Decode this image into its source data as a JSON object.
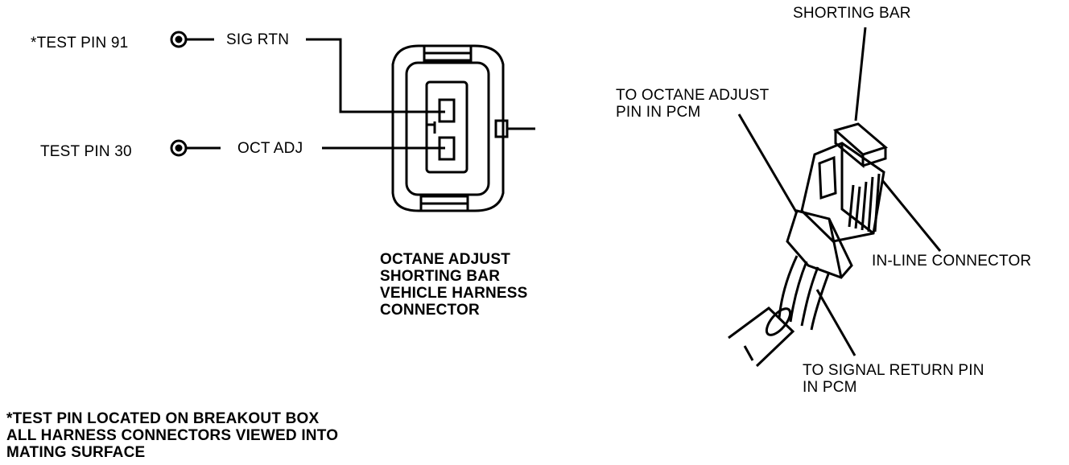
{
  "left_schematic": {
    "pin91_label": "*TEST PIN 91",
    "pin30_label": "TEST PIN 30",
    "sig_rtn_label": "SIG RTN",
    "oct_adj_label": "OCT ADJ"
  },
  "connector_caption": [
    "OCTANE ADJUST",
    "SHORTING BAR",
    "VEHICLE HARNESS",
    "CONNECTOR"
  ],
  "right_illustration": {
    "shorting_bar_label": "SHORTING BAR",
    "octane_pin_label": [
      "TO OCTANE ADJUST",
      "PIN IN PCM"
    ],
    "inline_connector_label": "IN-LINE CONNECTOR",
    "signal_return_label": [
      "TO SIGNAL RETURN PIN",
      "IN PCM"
    ]
  },
  "footnote": [
    "*TEST PIN LOCATED ON BREAKOUT BOX",
    "ALL HARNESS CONNECTORS VIEWED INTO",
    "MATING SURFACE"
  ]
}
